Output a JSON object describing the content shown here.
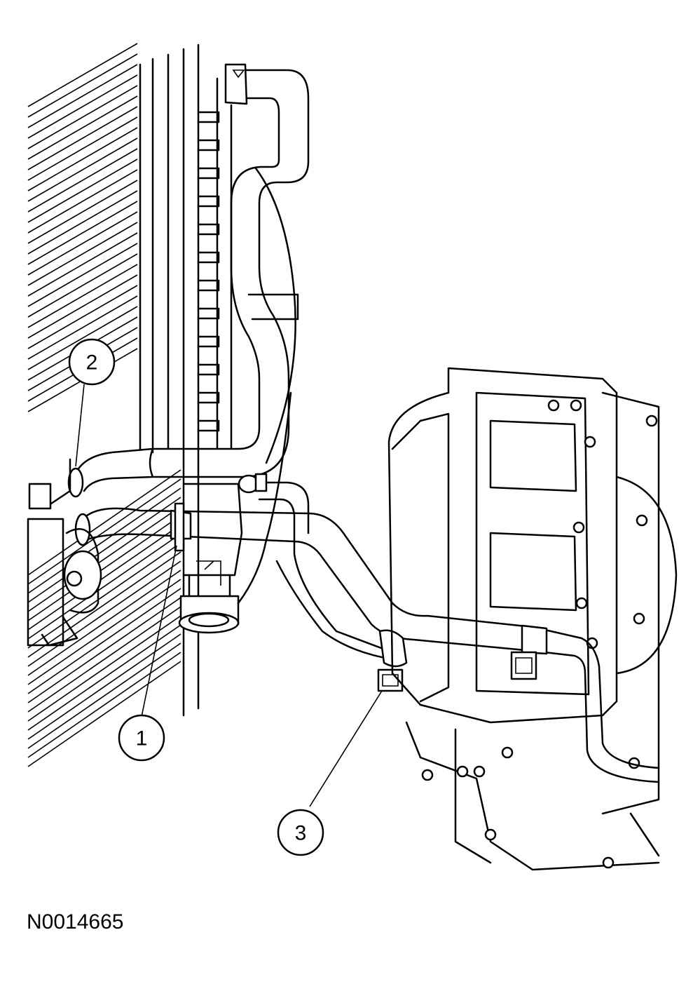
{
  "figure_id": "N0014665",
  "callouts": [
    {
      "label": "1"
    },
    {
      "label": "2"
    },
    {
      "label": "3"
    }
  ]
}
